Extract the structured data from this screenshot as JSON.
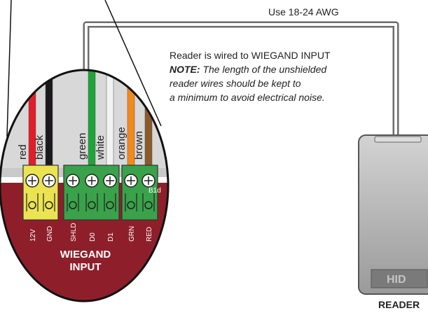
{
  "cable_note": "Use 18-24 AWG",
  "note": {
    "line1": "Reader is wired to WIEGAND INPUT",
    "label": "NOTE:",
    "line2": " The length of the unshielded",
    "line3": "reader wires should be kept to",
    "line4": "a minimum to avoid electrical noise."
  },
  "wires": [
    {
      "label": "red",
      "color": "#e11d2a"
    },
    {
      "label": "black",
      "color": "#1a1a1a"
    },
    {
      "label": "green",
      "color": "#1fa33b"
    },
    {
      "label": "white",
      "color": "#f2f2f2"
    },
    {
      "label": "orange",
      "color": "#f08a1c"
    },
    {
      "label": "brown",
      "color": "#8b5a2b"
    }
  ],
  "terminals": [
    "12V",
    "GND",
    "SHLD",
    "D0",
    "D1",
    "GRN",
    "RED"
  ],
  "connector_colors": {
    "power": "#ece353",
    "data": "#3aa24a",
    "led": "#3aa24a",
    "panel": "#8e1f2a"
  },
  "wiegand": {
    "line1": "WIEGAND",
    "line2": "INPUT"
  },
  "side_marker": "B1d",
  "reader": {
    "label": "READER",
    "logo": "HID"
  }
}
